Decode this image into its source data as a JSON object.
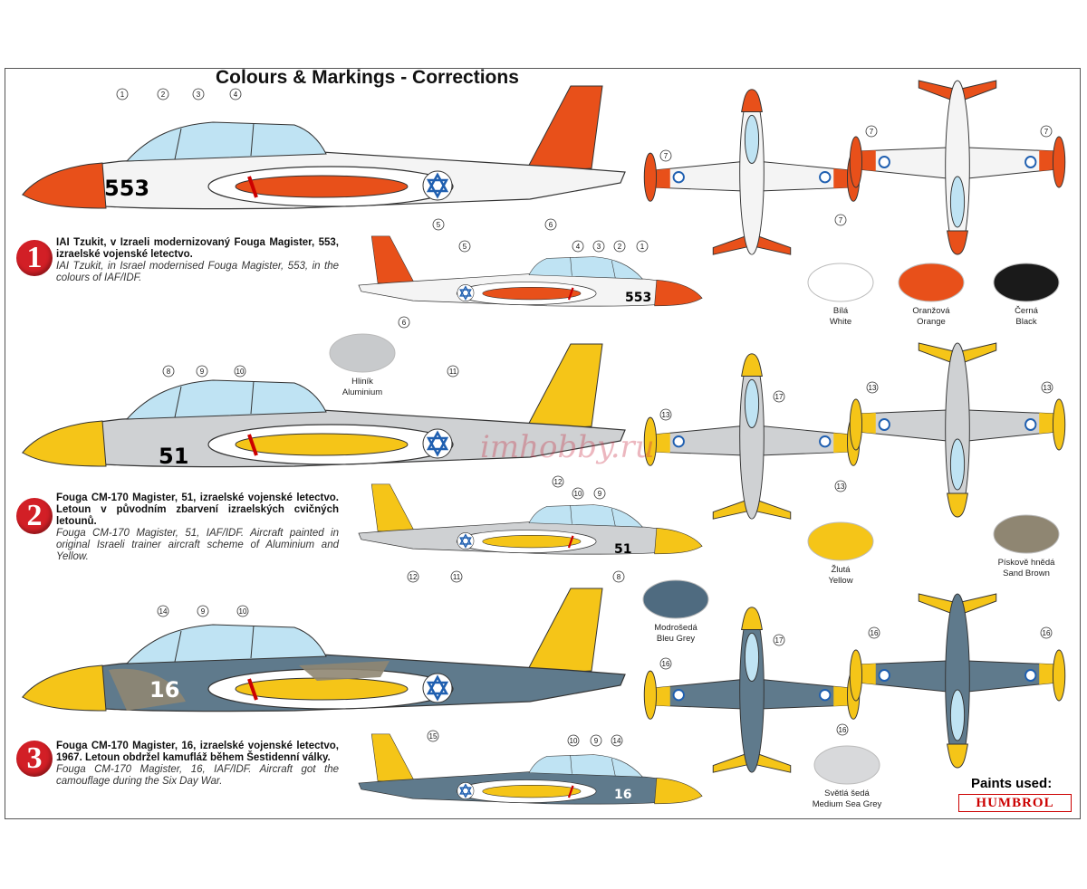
{
  "title": "Colours & Markings - Corrections",
  "schemes": [
    {
      "badge": "1",
      "cz": "IAI Tzukit, v Izraeli modernizovaný Fouga Magister, 553, izraelské vojenské letectvo.",
      "en": "IAI Tzukit, in Israel modernised Fouga Magister, 553, in the colours of IAF/IDF.",
      "number": "553",
      "body": "#f4f4f4",
      "accent": "#e8501a"
    },
    {
      "badge": "2",
      "cz": "Fouga CM-170 Magister, 51, izraelské vojenské letectvo. Letoun v původním zbarvení izraelských cvičných letounů.",
      "en": "Fouga CM-170 Magister, 51, IAF/IDF. Aircraft painted in original Israeli trainer aircraft scheme of Aluminium and Yellow.",
      "number": "51",
      "body": "#cfd1d3",
      "accent": "#f5c518"
    },
    {
      "badge": "3",
      "cz": "Fouga CM-170 Magister, 16, izraelské vojenské letectvo, 1967. Letoun obdržel kamufláž během Šestidenní války.",
      "en": "Fouga CM-170 Magister, 16, IAF/IDF. Aircraft got the camouflage during the Six Day War.",
      "number": "16",
      "body": "#5f7a8c",
      "accent": "#f5c518"
    }
  ],
  "swatches": [
    {
      "cz": "Bílá",
      "en": "White",
      "color": "#ffffff"
    },
    {
      "cz": "Oranžová",
      "en": "Orange",
      "color": "#e8501a"
    },
    {
      "cz": "Černá",
      "en": "Black",
      "color": "#1a1a1a"
    },
    {
      "cz": "Hliník",
      "en": "Aluminium",
      "color": "#c8cacc"
    },
    {
      "cz": "Žlutá",
      "en": "Yellow",
      "color": "#f5c518"
    },
    {
      "cz": "Pískově hnědá",
      "en": "Sand Brown",
      "color": "#8f8672"
    },
    {
      "cz": "Modrošedá",
      "en": "Bleu Grey",
      "color": "#4f6b80"
    },
    {
      "cz": "Světlá šedá",
      "en": "Medium Sea Grey",
      "color": "#d8d9db"
    }
  ],
  "callouts": [
    "1",
    "2",
    "3",
    "4",
    "5",
    "6",
    "7",
    "8",
    "9",
    "10",
    "11",
    "12",
    "13",
    "14",
    "15",
    "16",
    "17"
  ],
  "paints_label": "Paints used:",
  "brand": "HUMBROL",
  "watermark": "imhobby.ru"
}
